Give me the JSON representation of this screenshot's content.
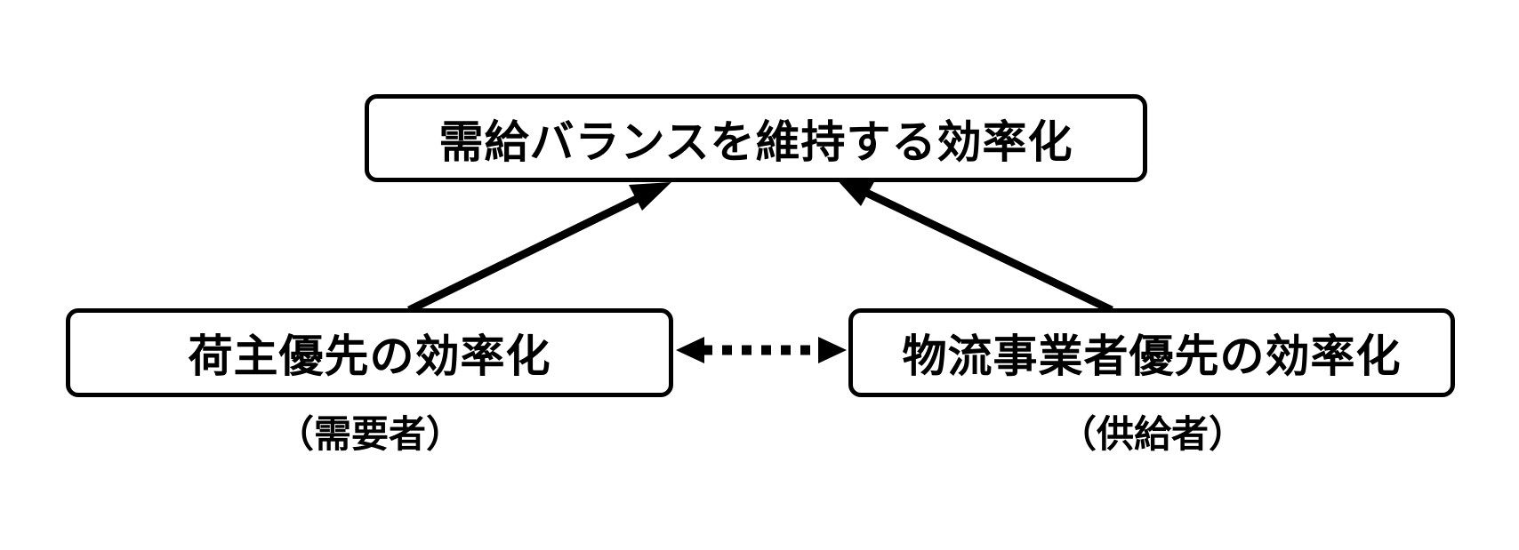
{
  "diagram": {
    "top_box": {
      "label": "需給バランスを維持する効率化"
    },
    "left_box": {
      "label": "荷主優先の効率化",
      "sublabel": "（需要者）"
    },
    "right_box": {
      "label": "物流事業者優先の効率化",
      "sublabel": "（供給者）"
    },
    "colors": {
      "stroke": "#000000",
      "fill": "#ffffff",
      "text": "#000000"
    }
  }
}
